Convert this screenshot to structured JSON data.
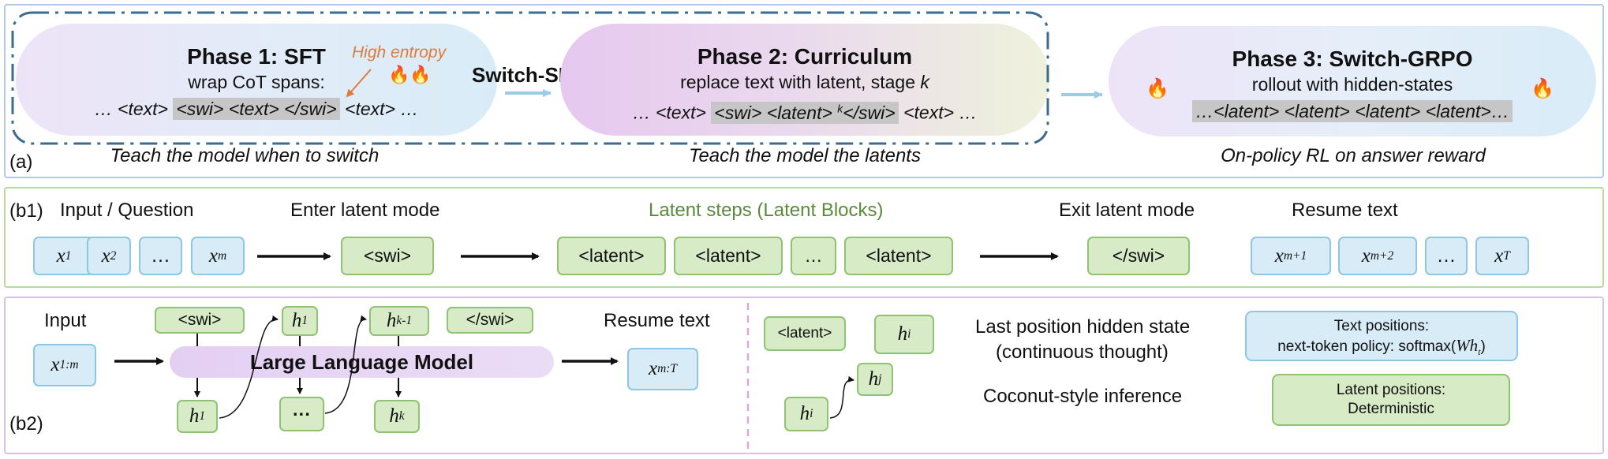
{
  "panel_a": {
    "phase1": {
      "title": "Phase 1: SFT",
      "subtitle": "wrap CoT spans:",
      "seq_pre": "… <text> ",
      "seq_hl": "<swi> <text> </swi>",
      "seq_post": " <text> …",
      "annotation": "High entropy",
      "fire": "🔥🔥"
    },
    "switch_label": "Switch-SFT",
    "phase2": {
      "title": "Phase 2: Curriculum",
      "subtitle_pre": "replace text with latent, stage ",
      "subtitle_k": "k",
      "seq_pre": "… <text> ",
      "seq_hl_a": "<swi> <latent> ",
      "seq_hl_sup": "k",
      "seq_hl_b": "</swi>",
      "seq_post": " <text> …"
    },
    "phase3": {
      "title": "Phase 3: Switch-GRPO",
      "subtitle": "rollout with hidden-states",
      "seq_hl": "…<latent> <latent> <latent> <latent>…",
      "fire_left": "🔥",
      "fire_right": "🔥"
    },
    "tag": "(a)",
    "captions": [
      "Teach the model when to switch",
      "Teach the model the latents",
      "On-policy RL on answer reward"
    ]
  },
  "panel_b1": {
    "tag": "(b1)",
    "input_label": "Input / Question",
    "enter_label": "Enter latent mode",
    "latent_label": "Latent steps (Latent Blocks)",
    "exit_label": "Exit latent mode",
    "resume_label": "Resume text",
    "input_tokens": [
      {
        "base": "x",
        "sub": "1"
      },
      {
        "base": "x",
        "sub": "2"
      },
      {
        "base": "…",
        "sub": ""
      },
      {
        "base": "x",
        "sub": "m"
      }
    ],
    "enter_token": "<swi>",
    "latent_tokens": [
      "<latent>",
      "<latent>",
      "…",
      "<latent>"
    ],
    "exit_token": "</swi>",
    "resume_tokens": [
      {
        "base": "x",
        "sub": "m+1"
      },
      {
        "base": "x",
        "sub": "m+2"
      },
      {
        "base": "…",
        "sub": ""
      },
      {
        "base": "x",
        "sub": "T"
      }
    ]
  },
  "panel_b2": {
    "tag": "(b2)",
    "input_label": "Input",
    "input_token": {
      "base": "x",
      "sub": "1:m"
    },
    "llm_label": "Large Language Model",
    "resume_label": "Resume text",
    "resume_token": {
      "base": "x",
      "sub": "m:T"
    },
    "top_swi": "<swi>",
    "top_h1": {
      "base": "h",
      "sub": "1"
    },
    "top_hk1": {
      "base": "h",
      "sub": "k-1"
    },
    "top_eswi": "</swi>",
    "bot_h1": {
      "base": "h",
      "sub": "1"
    },
    "bot_dots": "···",
    "bot_hk": {
      "base": "h",
      "sub": "k"
    },
    "legend_latent": "<latent>",
    "legend_hi_top": {
      "base": "h",
      "sub": "i"
    },
    "legend_hj": {
      "base": "h",
      "sub": "j"
    },
    "legend_hi_bot": {
      "base": "h",
      "sub": "i"
    },
    "desc_line1": "Last position hidden state",
    "desc_line2": "(continuous thought)",
    "desc_coconut": "Coconut-style inference",
    "text_pos_title": "Text positions:",
    "text_pos_body": "next-token policy: softmax(",
    "text_pos_W": "Wh",
    "text_pos_sub": "t",
    "text_pos_close": ")",
    "latent_pos_title": "Latent positions:",
    "latent_pos_body": "Deterministic"
  },
  "colors": {
    "panel_a_border": "#b3c8e6",
    "panel_b1_border": "#b6dc9c",
    "panel_b2_border": "#d6c2e6",
    "dashed_border": "#3b6b8e",
    "arrow_blue": "#9ccbe8",
    "entropy_orange": "#e07a3a",
    "latent_green_text": "#5b8a3a"
  }
}
